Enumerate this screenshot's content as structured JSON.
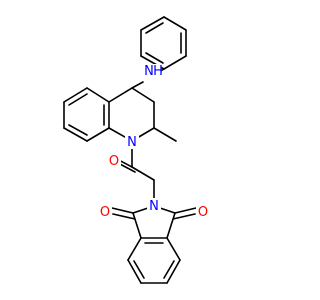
{
  "colors": {
    "background": "#ffffff",
    "bond": "#000000",
    "nitrogen": "#0000ff",
    "oxygen": "#ff0000"
  },
  "atoms": {
    "amine_n": "N",
    "amine_h": "H",
    "ring_n": "N",
    "carbonyl_o": "O",
    "imide_n": "N",
    "imide_o_left": "O",
    "imide_o_right": "O"
  }
}
